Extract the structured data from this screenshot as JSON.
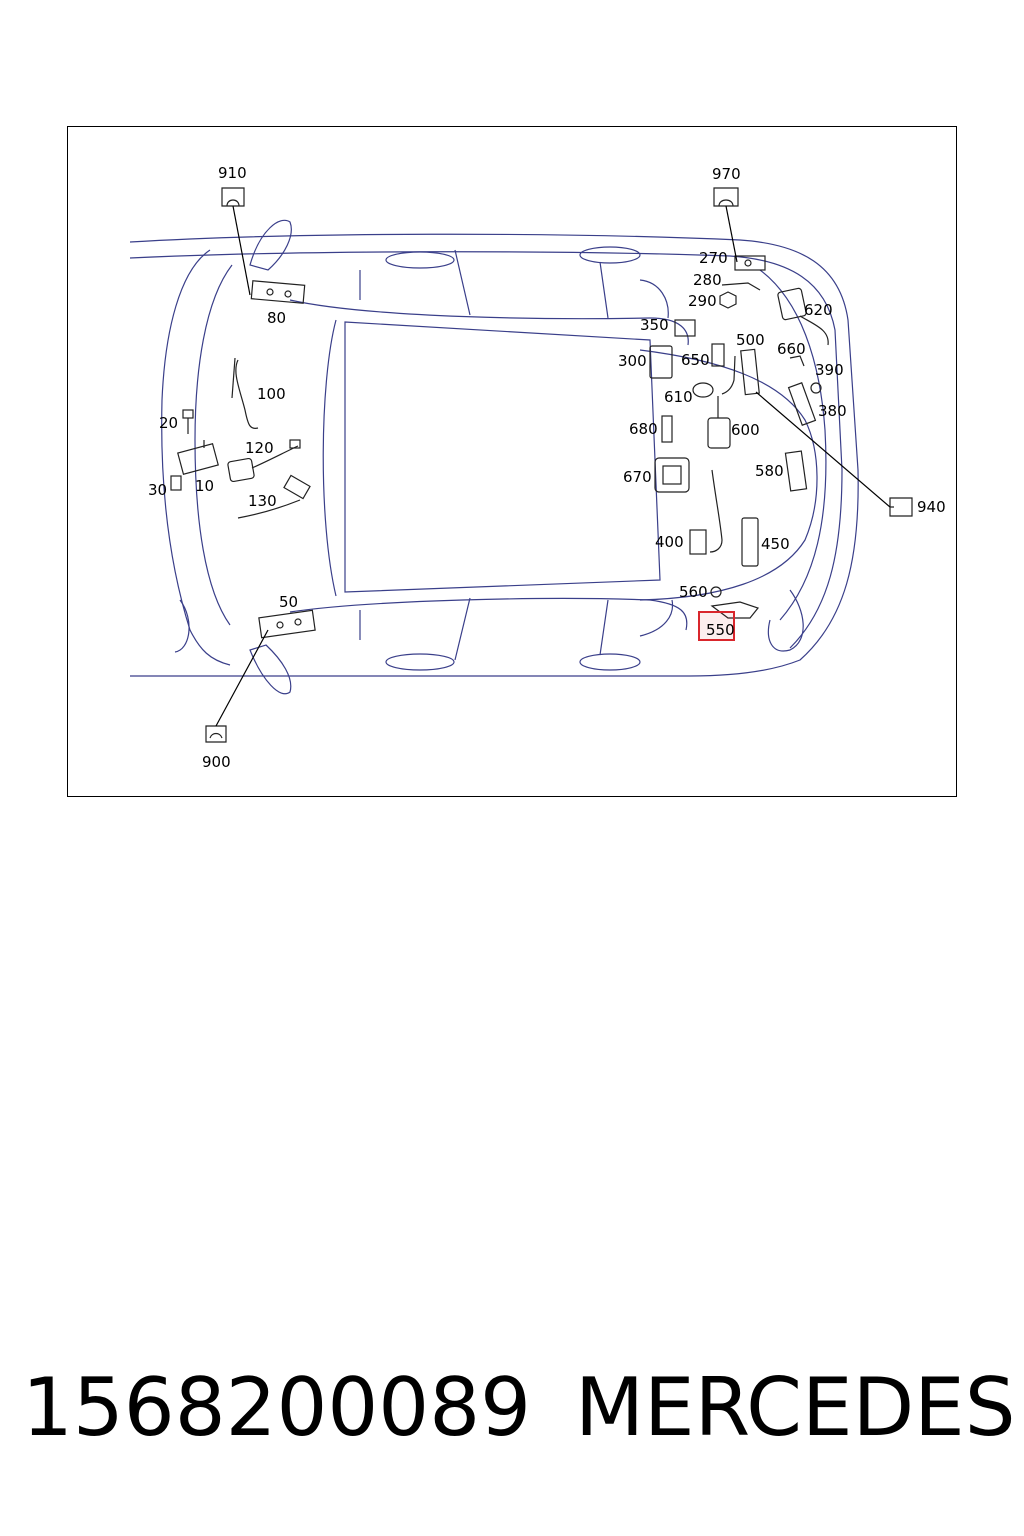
{
  "diagram": {
    "callouts": [
      "910",
      "970",
      "270",
      "280",
      "290",
      "620",
      "350",
      "500",
      "300",
      "650",
      "660",
      "390",
      "610",
      "380",
      "680",
      "600",
      "670",
      "580",
      "940",
      "400",
      "450",
      "560",
      "550",
      "80",
      "100",
      "20",
      "120",
      "30",
      "10",
      "130",
      "50",
      "900"
    ],
    "highlighted_callout": "550",
    "highlight_color": "#d9262c"
  },
  "caption": {
    "part_number": "1568200089",
    "brand": "MERCEDES"
  }
}
